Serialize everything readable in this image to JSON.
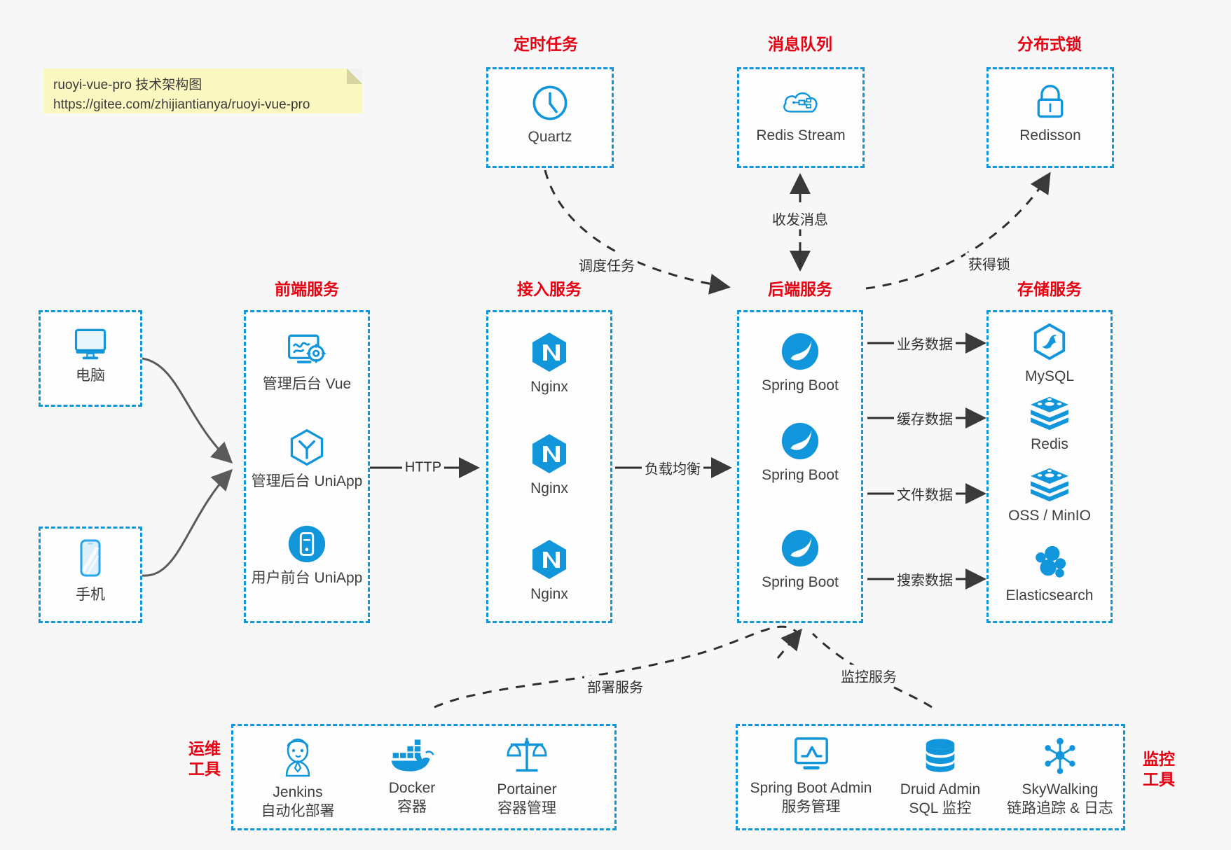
{
  "note": {
    "line1": "ruoyi-vue-pro 技术架构图",
    "line2": "https://gitee.com/zhijiantianya/ruoyi-vue-pro"
  },
  "colors": {
    "accent": "#1296db",
    "title": "#e60012",
    "text": "#3f3f3f",
    "background": "#f7f7f7",
    "note_bg": "#fbf7c0",
    "wire": "#404040"
  },
  "groups": {
    "scheduled_task": {
      "title": "定时任务"
    },
    "message_queue": {
      "title": "消息队列"
    },
    "distributed_lock": {
      "title": "分布式锁"
    },
    "frontend": {
      "title": "前端服务"
    },
    "gateway": {
      "title": "接入服务"
    },
    "backend": {
      "title": "后端服务"
    },
    "storage": {
      "title": "存储服务"
    },
    "devops": {
      "title": "运维\n工具",
      "line1": "运维",
      "line2": "工具"
    },
    "monitor": {
      "title": "监控\n工具",
      "line1": "监控",
      "line2": "工具"
    }
  },
  "nodes": {
    "quartz": {
      "label": "Quartz",
      "icon": "clock-icon"
    },
    "redis_stream": {
      "label": "Redis Stream",
      "icon": "cloud-network-icon"
    },
    "redisson": {
      "label": "Redisson",
      "icon": "lock-icon"
    },
    "computer": {
      "label": "电脑",
      "icon": "monitor-icon"
    },
    "phone": {
      "label": "手机",
      "icon": "smartphone-icon"
    },
    "admin_vue": {
      "label": "管理后台 Vue",
      "icon": "dashboard-gear-icon"
    },
    "admin_uniapp": {
      "label": "管理后台 UniApp",
      "icon": "hexagon-uniapp-icon"
    },
    "user_uniapp": {
      "label": "用户前台 UniApp",
      "icon": "mobile-app-icon"
    },
    "nginx_1": {
      "label": "Nginx",
      "icon": "nginx-icon"
    },
    "nginx_2": {
      "label": "Nginx",
      "icon": "nginx-icon"
    },
    "nginx_3": {
      "label": "Nginx",
      "icon": "nginx-icon"
    },
    "spring_boot_1": {
      "label": "Spring Boot",
      "icon": "spring-boot-icon"
    },
    "spring_boot_2": {
      "label": "Spring Boot",
      "icon": "spring-boot-icon"
    },
    "spring_boot_3": {
      "label": "Spring Boot",
      "icon": "spring-boot-icon"
    },
    "mysql": {
      "label": "MySQL",
      "icon": "mysql-icon"
    },
    "redis": {
      "label": "Redis",
      "icon": "redis-icon"
    },
    "oss_minio": {
      "label": "OSS / MinIO",
      "icon": "oss-minio-icon"
    },
    "elasticsearch": {
      "label": "Elasticsearch",
      "icon": "elasticsearch-icon"
    },
    "jenkins": {
      "label": "Jenkins",
      "sublabel": "自动化部署",
      "icon": "jenkins-icon"
    },
    "docker": {
      "label": "Docker",
      "sublabel": "容器",
      "icon": "docker-icon"
    },
    "portainer": {
      "label": "Portainer",
      "sublabel": "容器管理",
      "icon": "portainer-scales-icon"
    },
    "spring_boot_admin": {
      "label": "Spring Boot Admin",
      "sublabel": "服务管理",
      "icon": "monitor-chart-icon"
    },
    "druid_admin": {
      "label": "Druid Admin",
      "sublabel": "SQL 监控",
      "icon": "database-icon"
    },
    "skywalking": {
      "label": "SkyWalking",
      "sublabel": "链路追踪 & 日志",
      "icon": "skywalking-nodes-icon"
    }
  },
  "edges": {
    "http": "HTTP",
    "load_balance": "负载均衡",
    "schedule_task": "调度任务",
    "send_receive_message": "收发消息",
    "acquire_lock": "获得锁",
    "business_data": "业务数据",
    "cache_data": "缓存数据",
    "file_data": "文件数据",
    "search_data": "搜索数据",
    "deploy_service": "部署服务",
    "monitor_service": "监控服务"
  }
}
